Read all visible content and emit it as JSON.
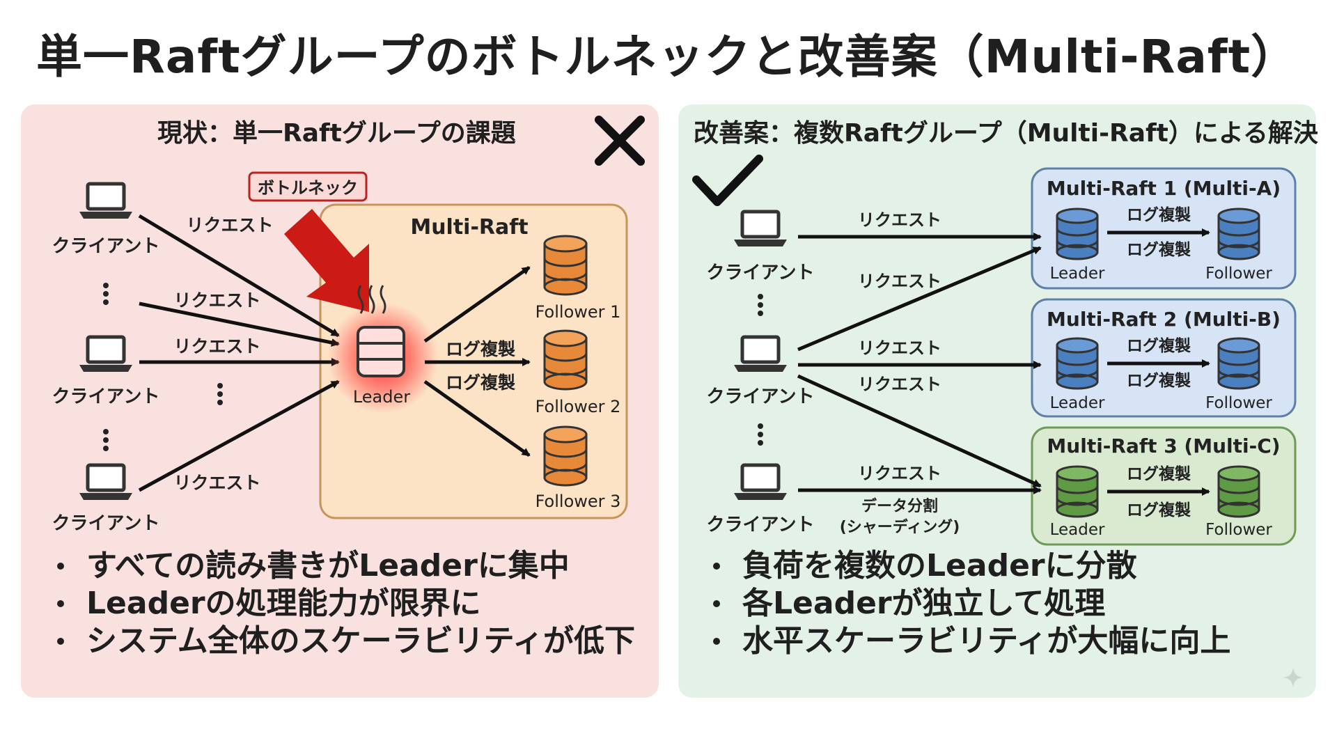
{
  "title": "単一Raftグループのボトルネックと改善案（Multi-Raft）",
  "left": {
    "heading": "現状：単一Raftグループの課題",
    "bottleneck_label": "ボトルネック",
    "cluster_title": "Multi-Raft",
    "leader_label": "Leader",
    "client_label": "クライアント",
    "request_label": "リクエスト",
    "replication_label": "ログ複製",
    "followers": [
      "Follower 1",
      "Follower 2",
      "Follower 3"
    ],
    "bullets": [
      "すべての読み書きがLeaderに集中",
      "Leaderの処理能力が限界に",
      "システム全体のスケーラビリティが低下"
    ]
  },
  "right": {
    "heading": "改善案：複数Raftグループ（Multi-Raft）による解決",
    "client_label": "クライアント",
    "request_label": "リクエスト",
    "replication_label": "ログ複製",
    "sharding_label_1": "データ分割",
    "sharding_label_2": "(シャーディング)",
    "groups": [
      {
        "title": "Multi-Raft 1 (Multi-A)",
        "leader": "Leader",
        "follower": "Follower",
        "color": "#4a7fc0"
      },
      {
        "title": "Multi-Raft 2 (Multi-B)",
        "leader": "Leader",
        "follower": "Follower",
        "color": "#4a7fc0"
      },
      {
        "title": "Multi-Raft 3 (Multi-C)",
        "leader": "Leader",
        "follower": "Follower",
        "color": "#5f9a44"
      }
    ],
    "bullets": [
      "負荷を複数のLeaderに分散",
      "各Leaderが独立して処理",
      "水平スケーラビリティが大幅に向上"
    ]
  },
  "colors": {
    "left_panel": "#f8e1de",
    "right_panel": "#e3f1e6",
    "cluster_box": "#fde3c6",
    "orange_db": "#e8893a",
    "blue_box": "#d6e4f5",
    "green_box": "#d9ead0",
    "bottleneck_red": "#cc1a14"
  }
}
